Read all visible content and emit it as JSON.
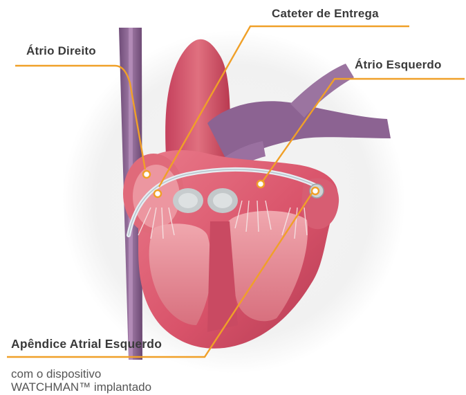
{
  "colors": {
    "leader": "#f0a028",
    "muscle": "#d9536a",
    "vessel": "#8b5f8f",
    "background_circle": "#f1f1f1"
  },
  "labels": {
    "right_atrium": "Átrio Direito",
    "delivery_catheter": "Cateter de Entrega",
    "left_atrium": "Átrio Esquerdo",
    "left_atrial_appendage": "Apêndice Atrial Esquerdo"
  },
  "caption": {
    "line1": "com o dispositivo",
    "line2": "WATCHMAN™ implantado"
  }
}
